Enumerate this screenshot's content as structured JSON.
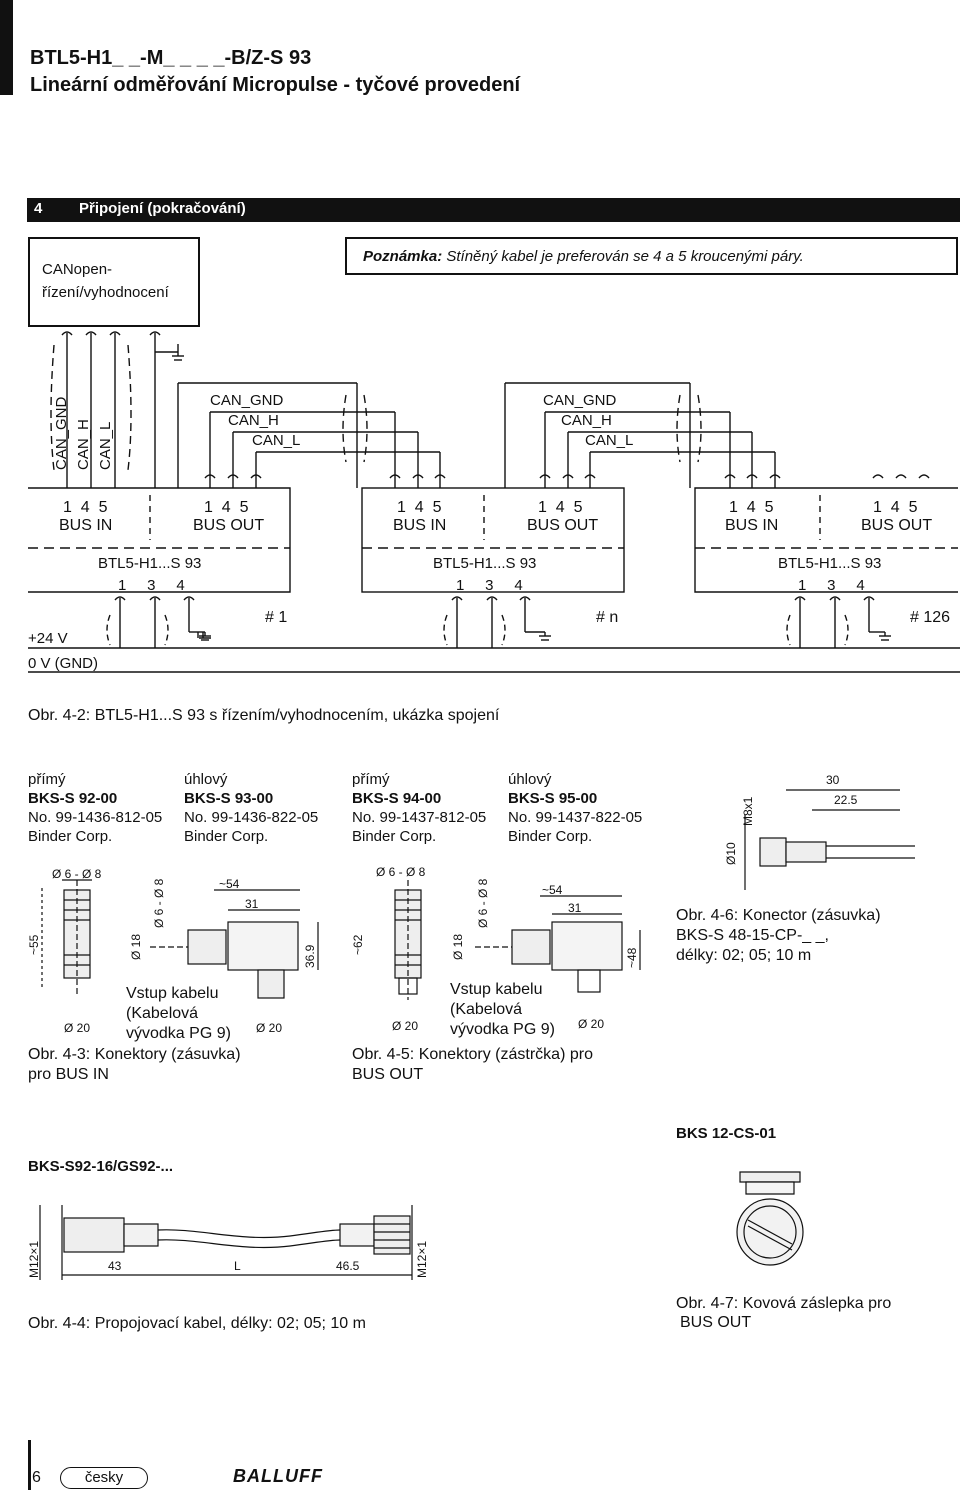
{
  "header": {
    "title": "BTL5-H1_ _-M_ _ _ _-B/Z-S 93",
    "subtitle": "Lineární odměřování Micropulse - tyčové provedení"
  },
  "section": {
    "number": "4",
    "title": "Připojení (pokračování)"
  },
  "note": {
    "label": "Poznámka:",
    "text": " Stíněný kabel je preferován se 4 a 5 kroucenými páry."
  },
  "controller": {
    "line1": "CANopen-",
    "line2": "řízení/vyhodnocení"
  },
  "bus_lines": {
    "gnd": "CAN_GND",
    "h": "CAN_H",
    "l": "CAN_L"
  },
  "wiring": {
    "pins_bus": "1  4  5",
    "bus_in": "BUS IN",
    "bus_out": "BUS OUT",
    "device": "BTL5-H1...S 93",
    "pins_power": "1     3     4",
    "node_labels": [
      "# 1",
      "# n",
      "# 126"
    ],
    "supply_pos": "+24 V",
    "supply_gnd": "0 V (GND)"
  },
  "figures": {
    "fig_4_2": "Obr. 4-2: BTL5-H1...S 93 s řízením/vyhodnocením, ukázka spojení",
    "fig_4_3_l1": "Obr. 4-3: Konektory (zásuvka)",
    "fig_4_3_l2": "pro BUS IN",
    "fig_4_5_l1": "Obr. 4-5: Konektory (zástrčka)  pro",
    "fig_4_5_l2": "BUS OUT",
    "fig_4_6_l1": "Obr. 4-6: Konector (zásuvka)",
    "fig_4_6_l2": "BKS-S 48-15-CP-_ _,",
    "fig_4_6_l3": "délky: 02; 05; 10 m",
    "fig_4_4": "Obr. 4-4: Propojovací kabel, délky: 02; 05; 10 m",
    "fig_4_7_l1": "Obr. 4-7: Kovová záslepka pro",
    "fig_4_7_l2": "BUS OUT"
  },
  "connectors": [
    {
      "type": "přímý",
      "model": "BKS-S 92-00",
      "number": "No. 99-1436-812-05",
      "maker": "Binder Corp."
    },
    {
      "type": "úhlový",
      "model": "BKS-S 93-00",
      "number": "No. 99-1436-822-05",
      "maker": "Binder Corp."
    },
    {
      "type": "přímý",
      "model": "BKS-S 94-00",
      "number": "No. 99-1437-812-05",
      "maker": "Binder Corp."
    },
    {
      "type": "úhlový",
      "model": "BKS-S 95-00",
      "number": "No. 99-1437-822-05",
      "maker": "Binder Corp."
    }
  ],
  "dims": {
    "d6_8": "Ø 6 - Ø 8",
    "d6_8b": "Ø 6 - Ø 8",
    "d18": "Ø 18",
    "d20": "Ø 20",
    "d10": "Ø10",
    "m8": "M8x1",
    "len55": "~55",
    "len62": "~62",
    "len54": "~54",
    "len31": "31",
    "len369": "36.9",
    "len48": "~48",
    "len30": "30",
    "len225": "22.5",
    "cable_entry_l1": "Vstup kabelu",
    "cable_entry_l2": "(Kabelová",
    "cable_entry_l3": "vývodka PG 9)",
    "m12": "M12×1",
    "len43": "43",
    "lenL": "L",
    "len465": "46.5"
  },
  "cable": {
    "title": "BKS-S92-16/GS92-..."
  },
  "cap": {
    "title": "BKS 12-CS-01"
  },
  "footer": {
    "page": "6",
    "language": "česky",
    "brand": "BALLUFF"
  }
}
